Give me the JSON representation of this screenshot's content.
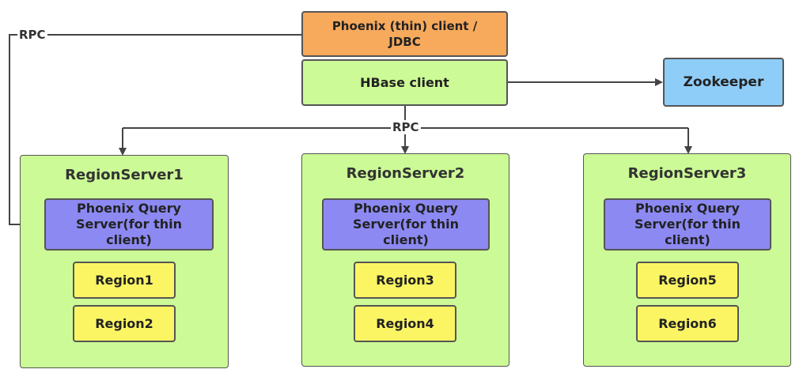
{
  "client": {
    "line1": "Phoenix (thin) client /",
    "line2": "JDBC"
  },
  "hbase_client": "HBase client",
  "zookeeper": "Zookeeper",
  "rpc_left": "RPC",
  "rpc_center": "RPC",
  "colors": {
    "client_box": "#f7a95c",
    "server_box": "#ccfa96",
    "zookeeper_box": "#8fcdf9",
    "query_server_box": "#8c89f3",
    "region_box": "#fbf564"
  },
  "region_servers": [
    {
      "title": "RegionServer1",
      "query_server": [
        "Phoenix Query",
        "Server(for thin",
        "client)"
      ],
      "regions": [
        "Region1",
        "Region2"
      ]
    },
    {
      "title": "RegionServer2",
      "query_server": [
        "Phoenix Query",
        "Server(for thin",
        "client)"
      ],
      "regions": [
        "Region3",
        "Region4"
      ]
    },
    {
      "title": "RegionServer3",
      "query_server": [
        "Phoenix Query",
        "Server(for thin",
        "client)"
      ],
      "regions": [
        "Region5",
        "Region6"
      ]
    }
  ]
}
